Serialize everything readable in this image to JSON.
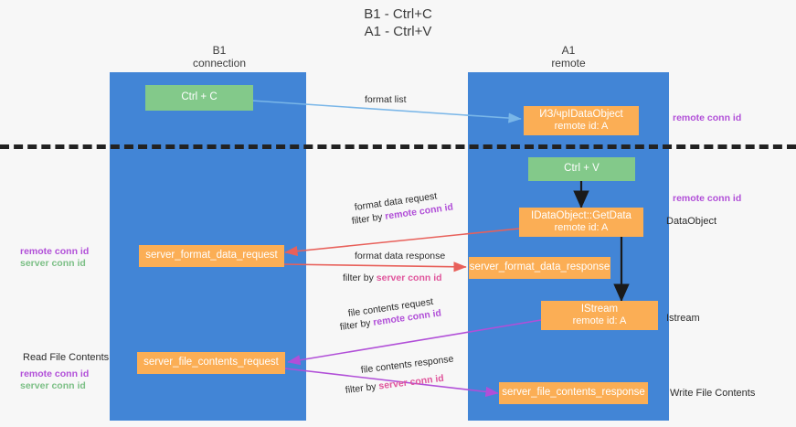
{
  "diagram": {
    "title_line1": "B1 - Ctrl+C",
    "title_line2": "A1 - Ctrl+V",
    "columns": [
      {
        "name": "B1",
        "sub": "connection"
      },
      {
        "name": "A1",
        "sub": "remote"
      }
    ],
    "colors": {
      "lane": "#4285d6",
      "green_box": "#83c98a",
      "orange_box": "#fbae55",
      "remote_conn_id": "#b14fd8",
      "server_conn_id_green": "#7bbf85",
      "server_conn_id_pink": "#e0559c",
      "arrow_blue": "#79b6e8",
      "arrow_red": "#e8605a",
      "arrow_purple": "#b14fd8",
      "arrow_black": "#1a1a1a",
      "background": "#f7f7f7"
    },
    "nodes": {
      "ctrl_c": "Ctrl + C",
      "ctrl_v": "Ctrl + V",
      "idataobject_title": "ИЗ/чрIDataObject",
      "idataobject_sub": "remote id: A",
      "getdata_title": "IDataObject::GetData",
      "getdata_sub": "remote id: A",
      "istream_title": "IStream",
      "istream_sub": "remote id: A",
      "server_format_data_request": "server_format_data_request",
      "server_format_data_response": "server_format_data_response",
      "server_file_contents_request": "server_file_contents_request",
      "server_file_contents_response": "server_file_contents_response"
    },
    "edges": {
      "format_list": "format list",
      "format_data_request": "format data request",
      "format_data_request_filter_prefix": "filter by ",
      "format_data_request_filter_key": "remote conn id",
      "format_data_response": "format data response",
      "format_data_response_filter_prefix": "filter by ",
      "format_data_response_filter_key": "server conn id",
      "file_contents_request": "file contents request",
      "file_contents_request_filter_prefix": "filter by ",
      "file_contents_request_filter_key": "remote conn id",
      "file_contents_response": "file contents response",
      "file_contents_response_filter_prefix": "filter by ",
      "file_contents_response_filter_key": "server conn id"
    },
    "annotations": {
      "right_remote_conn_id_top": "remote conn id",
      "right_remote_conn_id_mid": "remote conn id",
      "right_dataobject": "DataObject",
      "right_istream": "Istream",
      "right_write_file_contents": "Write File Contents",
      "left_remote_conn_id_mid": "remote conn id",
      "left_server_conn_id_mid": "server conn id",
      "left_read_file_contents": "Read File Contents",
      "left_remote_conn_id_bottom": "remote conn id",
      "left_server_conn_id_bottom": "server conn id"
    }
  }
}
